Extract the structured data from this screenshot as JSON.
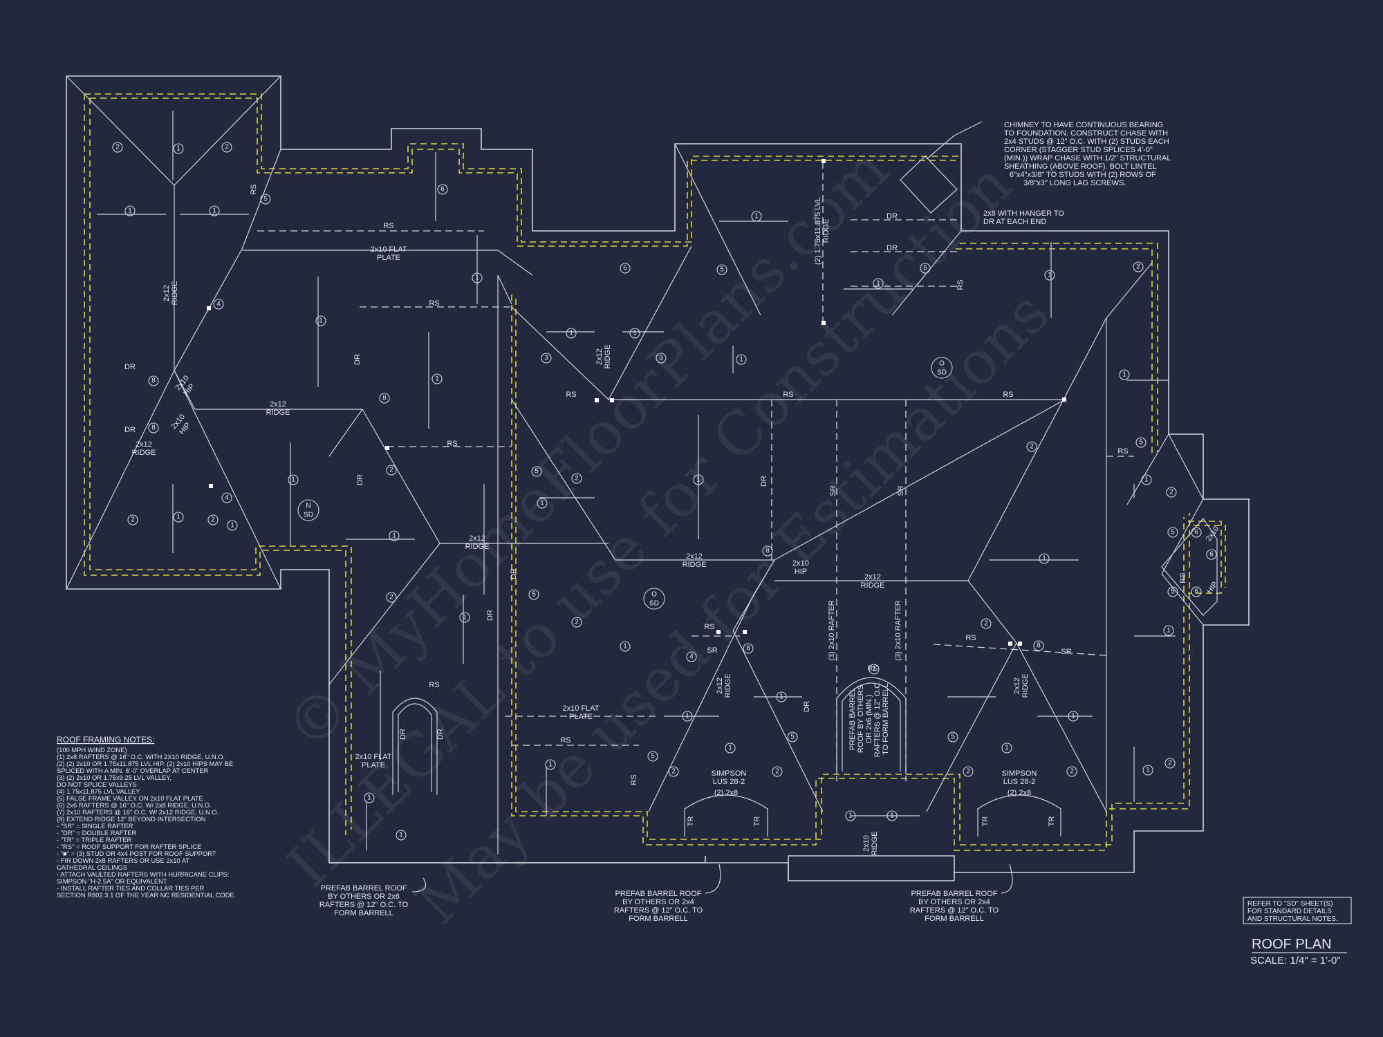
{
  "labels": {
    "rs1": "RS",
    "rs2": "RS",
    "rs3": "RS",
    "rs4": "RS",
    "rs5": "RS",
    "rs6": "RS",
    "rs7": "RS",
    "rs8": "RS",
    "rs9": "RS",
    "rs10": "RS",
    "rs11": "RS",
    "rs12": "RS",
    "rs13": "RS",
    "rs14": "RS",
    "rs15": "RS",
    "rs16": "RS",
    "dr1": "DR",
    "dr2": "DR",
    "dr3": "DR",
    "dr4": "DR",
    "dr5": "DR",
    "dr6": "DR",
    "dr7": "DR",
    "dr8": "DR",
    "dr9": "DR",
    "dr10": "DR",
    "dr11": "DR",
    "dr12": "DR",
    "sr1": "SR",
    "sr2": "SR",
    "sr3": "SR",
    "sr4": "SR",
    "tr1": "TR",
    "tr2": "TR",
    "tr3": "TR",
    "tr4": "TR",
    "flat1a": "2x10 FLAT",
    "flat1b": "PLATE",
    "flat2a": "2x10 FLAT",
    "flat2b": "PLATE",
    "flat3a": "2x10 FLAT",
    "flat3b": "PLATE",
    "ridge1a": "2x12",
    "ridge1b": "RIDGE",
    "ridge2a": "2x12",
    "ridge2b": "RIDGE",
    "ridge3a": "2x12",
    "ridge3b": "RIDGE",
    "ridge4a": "2x12",
    "ridge4b": "RIDGE",
    "ridge5a": "2x12",
    "ridge5b": "RIDGE",
    "ridge6a": "2x12",
    "ridge6b": "RIDGE",
    "ridge7a": "2x12",
    "ridge7b": "RIDGE",
    "ridge8a": "2x12",
    "ridge8b": "RIDGE",
    "ridge9a": "2x12",
    "ridge9b": "RIDGE",
    "ridge10a": "2x10",
    "ridge10b": "RIDGE",
    "hip1a": "2x10",
    "hip1b": "HIP",
    "hip2a": "2x10",
    "hip2b": "HIP",
    "hip3a": "2x10",
    "hip3b": "HIP",
    "hip4a": "2x10",
    "hip4b": "HIP",
    "lvl": "(2) 1.75x11.875 LVL",
    "lvlRidge": "RIDGE",
    "rafter1": "(3) 2x10 RAFTER",
    "rafter2": "(3) 2x10 RAFTER",
    "sd1a": "N",
    "sd1b": "SD",
    "sd2a": "O",
    "sd2b": "SD",
    "sd3a": "O",
    "sd3b": "SD",
    "simpson1a": "SIMPSON",
    "simpson1b": "LUS 28-2",
    "simpson2a": "SIMPSON",
    "simpson2b": "LUS 28-2",
    "two2x8a": "(2) 2x8",
    "two2x8b": "(2) 2x8",
    "hanger1": "2x8 WITH HANGER TO",
    "hanger2": "DR AT EACH END"
  },
  "chimney_note": [
    "CHIMNEY TO HAVE CONTINUOUS BEARING",
    "TO FOUNDATION. CONSTRUCT CHASE WITH",
    "2x4 STUDS @ 12\" O.C. WITH (2) STUDS EACH",
    "CORNER (STAGGER STUD SPLICES 4'-0\"",
    "(MIN.)) WRAP CHASE WITH 1/2\" STRUCTURAL",
    "SHEATHING (ABOVE ROOF). BOLT LINTEL",
    "6\"x4\"x3/8\" TO STUDS WITH (2) ROWS OF",
    "3/8\"x3\" LONG LAG SCREWS."
  ],
  "barrel_center": [
    "PREFAB BARREL",
    "ROOF BY OTHERS",
    "OR 2x6 (MIN.)",
    "RAFTERS @ 12\" O.C.",
    "TO FORM BARRELL"
  ],
  "callouts": {
    "left": [
      "PREFAB BARREL ROOF",
      "BY OTHERS OR 2x6",
      "RAFTERS @ 12\" O.C. TO",
      "FORM BARRELL"
    ],
    "middle": [
      "PREFAB BARREL ROOF",
      "BY OTHERS OR 2x4",
      "RAFTERS @ 12\" O.C. TO",
      "FORM BARRELL"
    ],
    "right": [
      "PREFAB BARREL ROOF",
      "BY OTHERS OR 2x4",
      "RAFTERS @ 12\" O.C. TO",
      "FORM BARRELL"
    ]
  },
  "notes": {
    "title": "ROOF FRAMING NOTES:",
    "lines": [
      "(100 MPH WIND ZONE)",
      "(1)  2x8 RAFTERS @ 16\" O.C. WITH 2X10 RIDGE, U.N.O.",
      "(2)  (2) 2x10 OR 1.75x11.875 LVL HIP. (2) 2x10 HIPS MAY BE",
      "      SPLICED WITH A MIN. 6'-0\" OVERLAP AT CENTER",
      "(3)  (2) 2x10 OR 1.75x9.25 LVL VALLEY.",
      "      DO NOT SPLICE VALLEYS",
      "(4)  1.75x11.875 LVL VALLEY",
      "(5)  FALSE FRAME VALLEY ON 2x10 FLAT PLATE",
      "(6)  2x6 RAFTERS @ 16\" O.C. W/ 2x8 RIDGE, U.N.O.",
      "(7)  2x10 RAFTERS @ 16\" O.C. W/ 2x12 RIDGE, U.N.O.",
      "(8)  EXTEND RIDGE 12\" BEYOND INTERSECTION",
      "-  \"SR\" = SINGLE RAFTER",
      "-  \"DR\" = DOUBLE RAFTER",
      "-  \"TR\" = TRIPLE RAFTER",
      "-  \"RS\" = ROOF SUPPORT FOR RAFTER SPLICE",
      "-  \"■\" = (3) STUD OR 4x4 POST FOR ROOF SUPPORT",
      "-  FIR DOWN 2x8 RAFTERS OR USE 2x10 AT",
      "   CATHEDRAL CEILINGS",
      "-  ATTACH VAULTED RAFTERS WITH HURRICANE CLIPS:",
      "   SIMPSON \"H-2.5A\" OR EQUIVALENT",
      "-  INSTALL RAFTER TIES AND COLLAR TIES PER",
      "   SECTION R802.3.1 OF THE YEAR NC RESIDENTIAL CODE."
    ]
  },
  "reference": [
    "REFER TO \"SD\" SHEET(S)",
    "FOR STANDARD DETAILS",
    "AND STRUCTURAL NOTES."
  ],
  "title_block": {
    "title": "ROOF PLAN",
    "scale": "SCALE: 1/4\" = 1'-0\""
  },
  "watermark": [
    "© MyHomeFloorPlans.com",
    "ILLEGAL to use for Construction",
    "May be used for Estimations"
  ],
  "colors": {
    "background": "#23283e",
    "linework": "#cfd3e0",
    "eave_dash": "#d9d23a"
  }
}
